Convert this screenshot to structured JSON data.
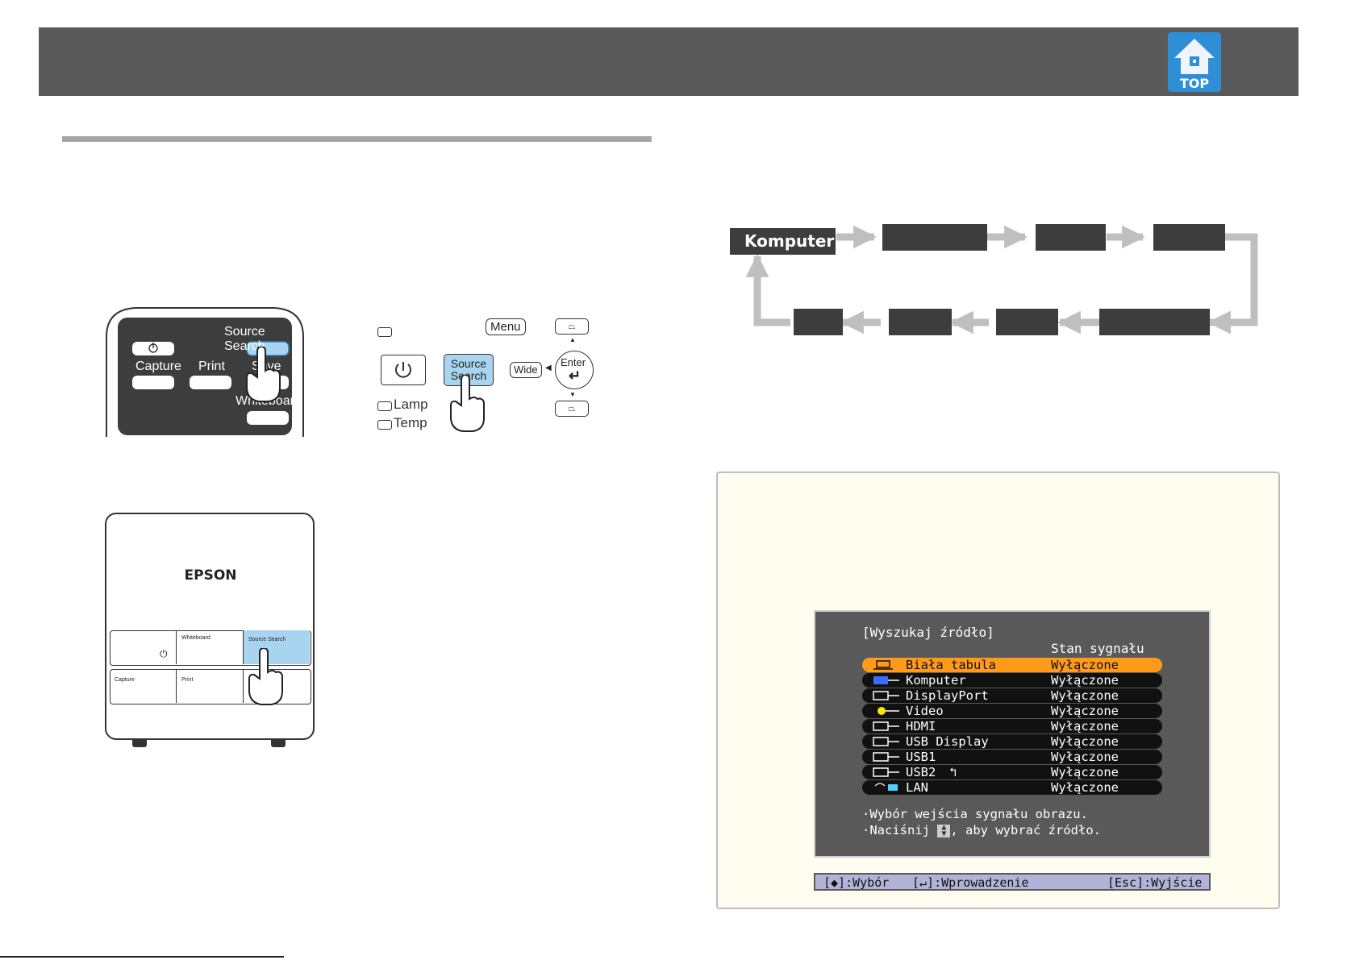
{
  "header": {
    "top_label": "TOP"
  },
  "remote": {
    "source_search": "Source Search",
    "capture": "Capture",
    "print": "Print",
    "save_partial": "Save",
    "whiteboard": "Whiteboard"
  },
  "panel": {
    "menu": "Menu",
    "source_line1": "Source",
    "source_line2": "Search",
    "wide": "Wide",
    "enter": "Enter",
    "lamp": "Lamp",
    "temp": "Temp"
  },
  "control_pad": {
    "brand": "EPSON",
    "whiteboard": "Whiteboard",
    "source_search": "Source Search",
    "capture": "Capture",
    "print": "Print"
  },
  "flow": {
    "start_label": "Komputer"
  },
  "source_screen": {
    "title": "[Wyszukaj źródło]",
    "column_header": "Stan sygnału",
    "rows": [
      {
        "name": "Biała tabula",
        "status": "Wyłączone",
        "icon": "whiteboard-icon",
        "selected": true
      },
      {
        "name": "Komputer",
        "status": "Wyłączone",
        "icon": "computer-port-icon"
      },
      {
        "name": "DisplayPort",
        "status": "Wyłączone",
        "icon": "displayport-icon"
      },
      {
        "name": "Video",
        "status": "Wyłączone",
        "icon": "video-port-icon"
      },
      {
        "name": "HDMI",
        "status": "Wyłączone",
        "icon": "hdmi-port-icon"
      },
      {
        "name": "USB Display",
        "status": "Wyłączone",
        "icon": "usb-port-icon"
      },
      {
        "name": "USB1",
        "status": "Wyłączone",
        "icon": "usb-port-icon"
      },
      {
        "name": "USB2",
        "status": "Wyłączone",
        "icon": "usb-port-icon"
      },
      {
        "name": "LAN",
        "status": "Wyłączone",
        "icon": "wireless-lan-icon"
      }
    ],
    "help_line1": "·Wybór wejścia sygnału obrazu.",
    "help_line2_a": "·Naciśnij",
    "help_line2_b": ", aby wybrać źródło.",
    "status_select": "[◆]:Wybór",
    "status_enter": "[↵]:Wprowadzenie",
    "status_exit": "[Esc]:Wyjście"
  },
  "colors": {
    "header": "#595959",
    "top_icon": "#2e8ed6",
    "highlight_button": "#a9d4f0",
    "selected_row": "#ff9a1a",
    "note_background": "#fffdf0"
  }
}
